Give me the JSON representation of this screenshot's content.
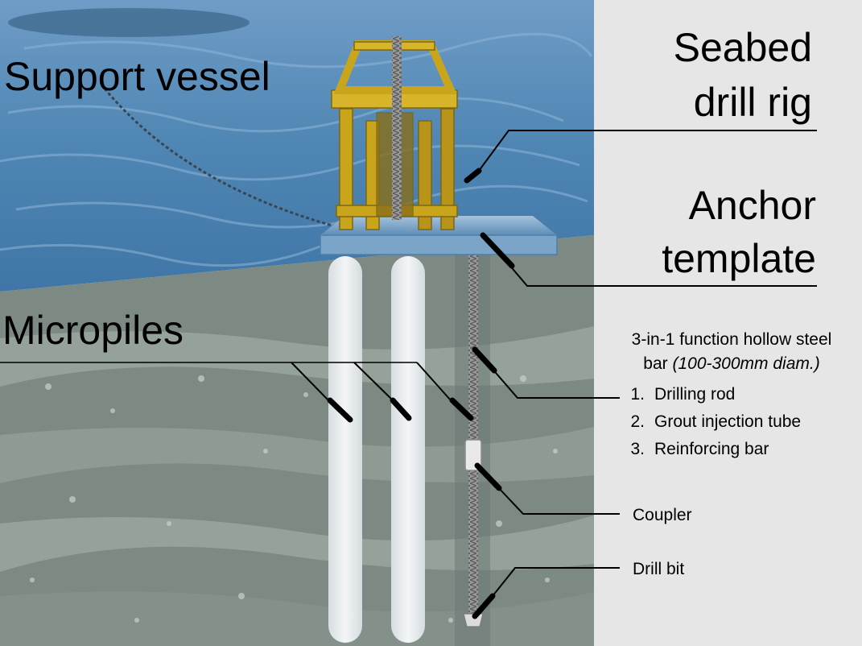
{
  "labels": {
    "support_vessel": "Support vessel",
    "seabed_drill_rig_line1": "Seabed",
    "seabed_drill_rig_line2": "drill rig",
    "anchor_template_line1": "Anchor",
    "anchor_template_line2": "template",
    "micropiles": "Micropiles",
    "hollow_bar_line1": "3-in-1 function hollow steel",
    "hollow_bar_line2_a": "bar ",
    "hollow_bar_line2_b": "(100-300mm diam.)",
    "functions": [
      {
        "num": "1.",
        "text": "Drilling rod"
      },
      {
        "num": "2.",
        "text": "Grout injection tube"
      },
      {
        "num": "3.",
        "text": "Reinforcing bar"
      }
    ],
    "coupler": "Coupler",
    "drill_bit": "Drill bit"
  },
  "colors": {
    "water": "#4f86b3",
    "seabed_layer_dark": "#6f7d77",
    "seabed_layer_light": "#9aa79f",
    "rig_frame": "#c9a51c",
    "template_plate": "#6f9cc3",
    "micropile": "#e8edee",
    "steel_bar": "#8c8c8c",
    "panel": "#e6e6e6"
  }
}
